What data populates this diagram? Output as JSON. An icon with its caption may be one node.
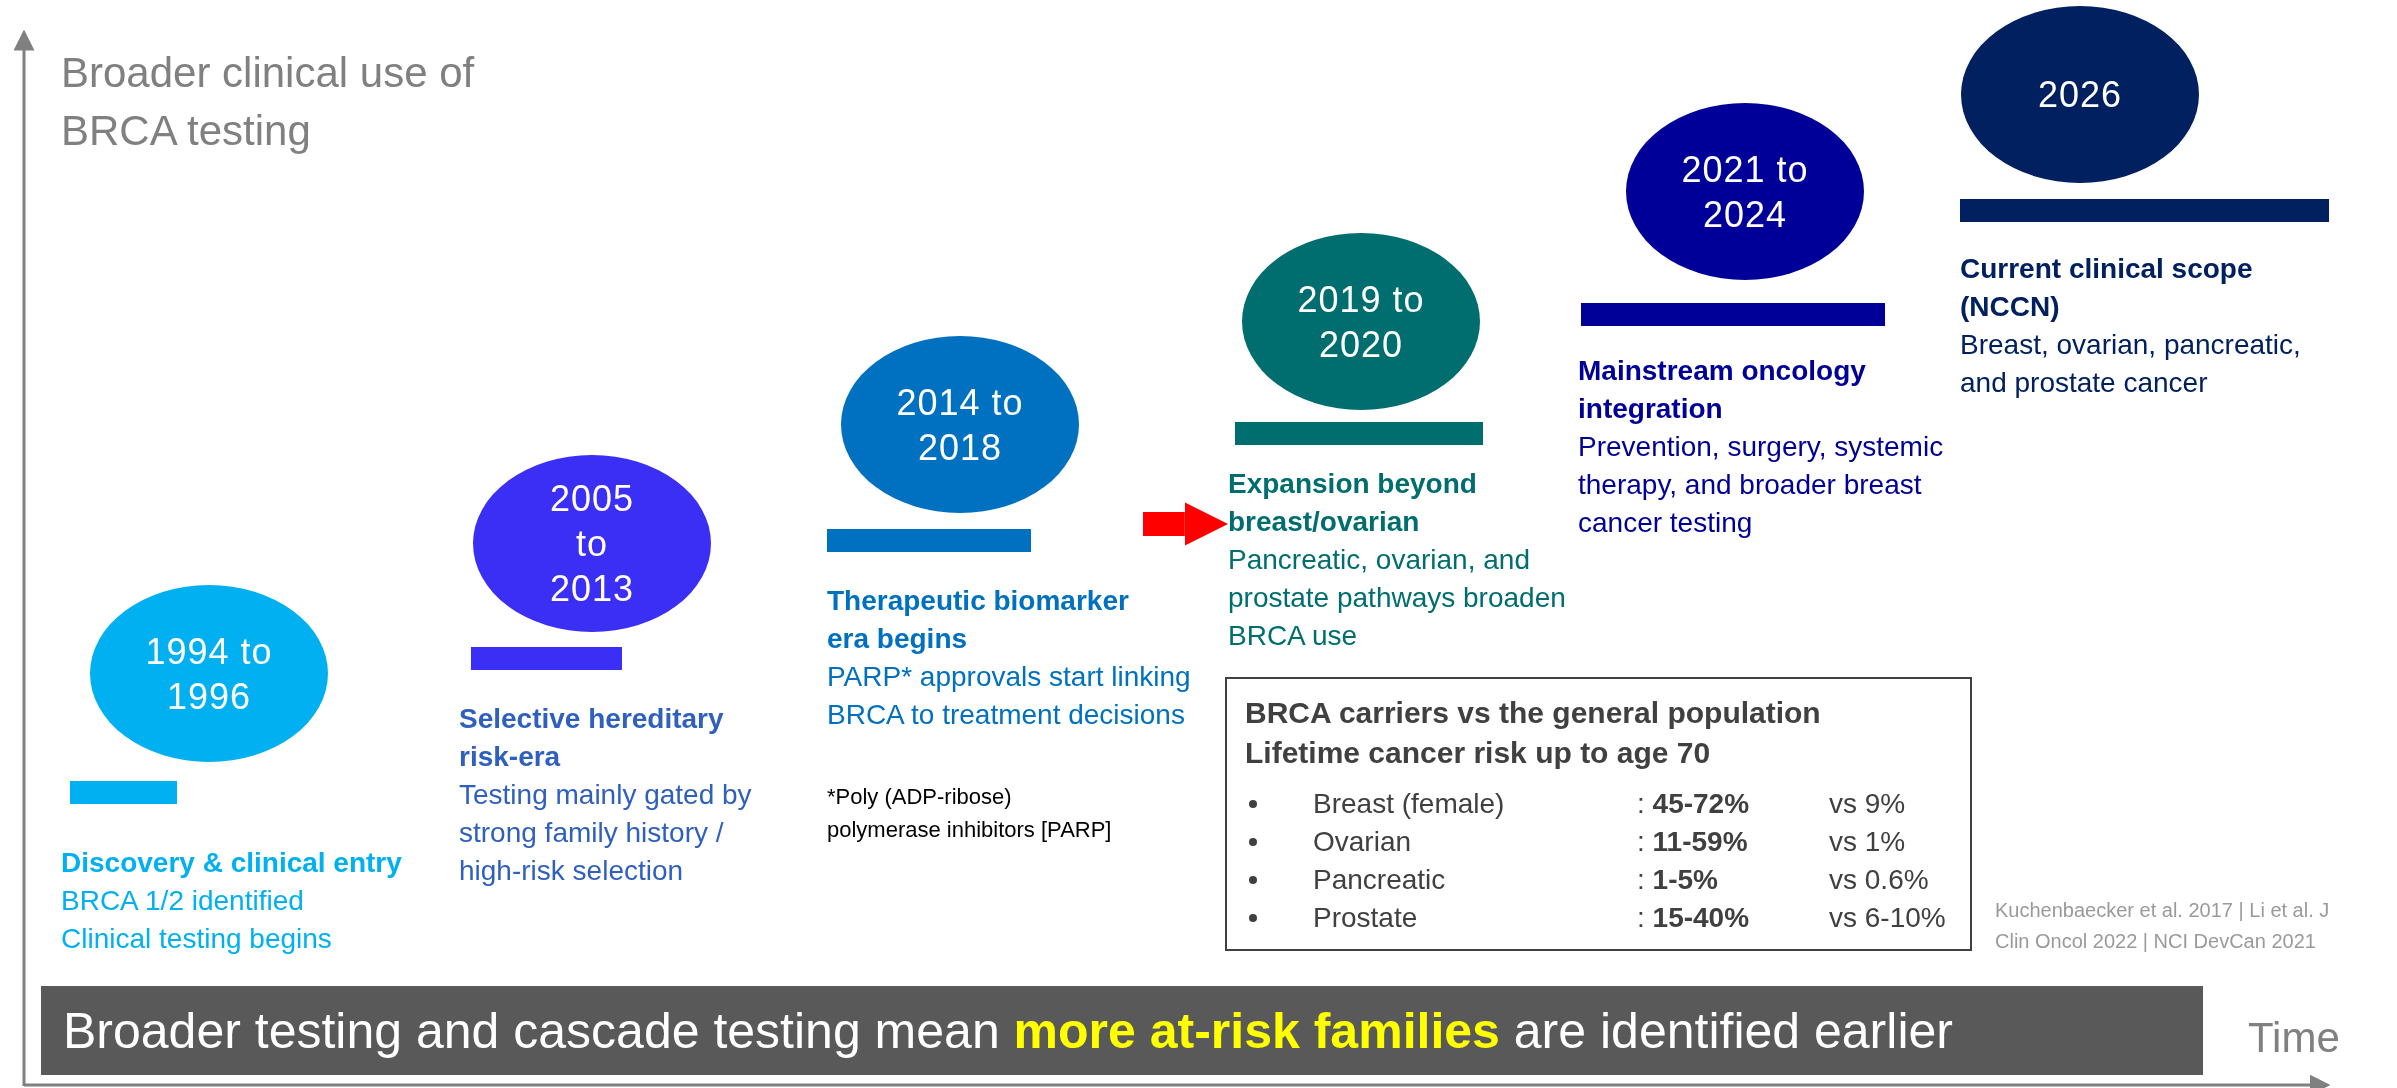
{
  "diagram": {
    "nodes": [
      {
        "text": [
          "1994 to 1996"
        ],
        "beside": [
          "Discovery & clinical entry",
          "BRCA 1/2 identified Clinical testing begins"
        ]
      },
      {
        "text": [
          "2005 to 2013"
        ],
        "beside": [
          "Selective hereditary risk-era",
          "Testing mainly gated by strong family history / high-risk selection"
        ]
      },
      {
        "text": [
          "2014 to 2018"
        ],
        "beside": [
          "Therapeutic biomarker era begins",
          "PARP* approvals start linking BRCA to treatment decisions"
        ]
      },
      {
        "text": [
          "2019 to 2020"
        ],
        "beside": [
          "Expansion beyond breast/ovarian",
          "Pancreatic, ovarian, and prostate pathways broaden BRCA use"
        ]
      },
      {
        "text": [
          "2021 to 2024"
        ],
        "beside": [
          "Mainstream oncology integration",
          "Prevention, surgery, systemic therapy, and broader breast cancer testing"
        ]
      },
      {
        "text": [
          "2026"
        ],
        "beside": [
          "Current clinical scope (NCCN)",
          "Breast, ovarian, pancreatic, and prostate cancer"
        ]
      },
      {
        "text": [
          "BRCA carriers vs the general population",
          "Lifetime cancer risk up to age 70",
          "Breast (female)",
          ": **45-72%**",
          "vs 9%",
          "Ovarian",
          ": **11-59%**",
          "vs 1%",
          "Pancreatic",
          ": **1-5%**",
          "vs 0.6%",
          "Prostate",
          ": **15-40%**",
          "vs 6-10%"
        ]
      },
      {
        "text": [
          "Broader testing and cascade testing mean **more at-risk families** are identified earlier"
        ]
      },
      {
        "text": [],
        "shape": "bar"
      },
      {
        "text": [],
        "shape": "bar"
      },
      {
        "text": [],
        "shape": "bar"
      },
      {
        "text": [],
        "shape": "bar"
      },
      {
        "text": [],
        "shape": "bar"
      },
      {
        "text": [],
        "shape": "bar"
      }
    ],
    "edges": [
      {
        "from": null,
        "to": 3,
        "arrow": "to",
        "color": "#ff0000"
      }
    ],
    "labels": [
      "Broader clinical use of BRCA testing",
      "*Poly (ADP-ribose) polymerase inhibitors [PARP]",
      "Kuchenbaecker et al. 2017 | Li et al. J Clin Oncol 2022 | NCI DevCan 2021",
      "Time"
    ]
  }
}
